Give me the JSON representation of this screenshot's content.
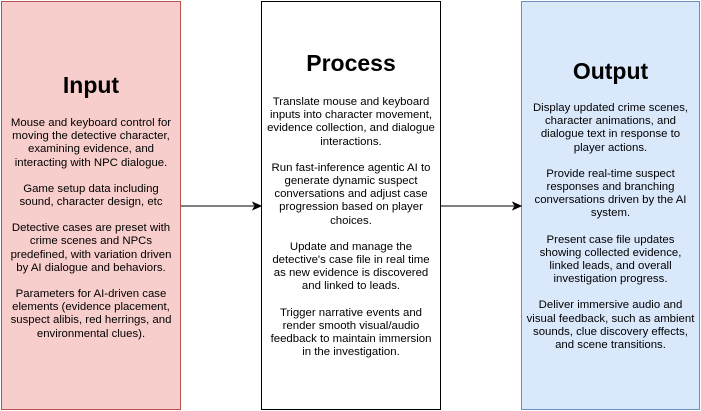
{
  "input": {
    "title": "Input",
    "paragraphs": [
      "Mouse and keyboard control for moving the detective character, examining evidence, and interacting with NPC dialogue.",
      "Game setup data including sound, character design, etc",
      "Detective cases are preset with crime scenes and NPCs predefined, with variation driven by AI dialogue and behaviors.",
      "Parameters for AI-driven case elements (evidence placement, suspect alibis, red herrings, and environmental clues)."
    ]
  },
  "process": {
    "title": "Process",
    "paragraphs": [
      "Translate mouse and keyboard inputs into character movement, evidence collection, and dialogue interactions.",
      "Run fast-inference agentic AI to generate dynamic suspect conversations and adjust case progression based on player choices.",
      "Update and manage the detective's case file in real time as new evidence is discovered and linked to leads.",
      "Trigger narrative events and render smooth visual/audio feedback to maintain immersion in the investigation."
    ]
  },
  "output": {
    "title": "Output",
    "paragraphs": [
      "Display updated crime scenes, character animations, and dialogue text in response to player actions.",
      "Provide real-time suspect responses and branching conversations driven by the AI system.",
      "Present case file updates showing collected evidence, linked leads, and overall investigation progress.",
      "Deliver immersive audio and visual feedback, such as ambient sounds, clue discovery effects, and scene transitions."
    ]
  },
  "colors": {
    "input_fill": "#f8cecc",
    "input_stroke": "#b85450",
    "process_fill": "#ffffff",
    "process_stroke": "#000000",
    "output_fill": "#dae8fc",
    "output_stroke": "#6c8ebf"
  }
}
